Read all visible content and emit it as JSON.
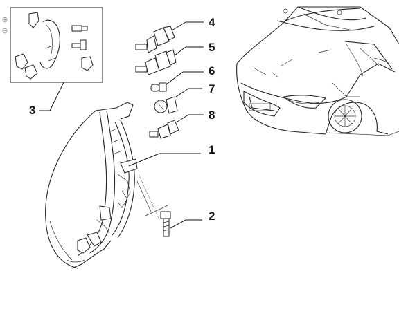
{
  "callouts": {
    "c1": "1",
    "c2": "2",
    "c3": "3",
    "c4": "4",
    "c5": "5",
    "c6": "6",
    "c7": "7",
    "c8": "8"
  },
  "zoom": {
    "in_icon": "magnifier-plus-icon",
    "out_icon": "magnifier-minus-icon"
  },
  "colors": {
    "line": "#222222",
    "background": "#ffffff"
  }
}
